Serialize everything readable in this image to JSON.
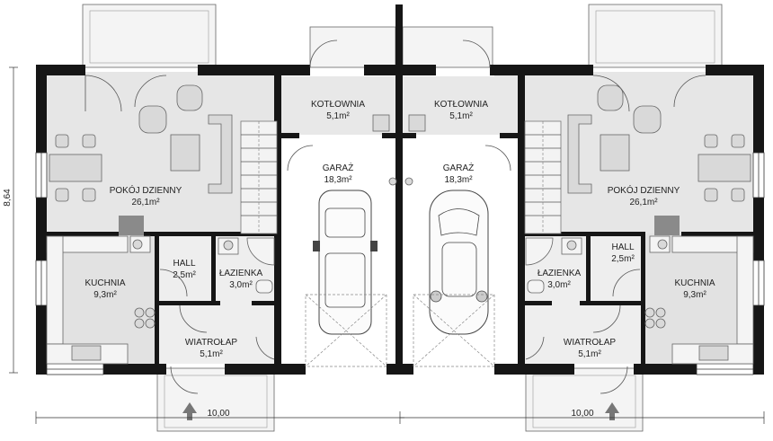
{
  "rooms": {
    "pokoj_left": {
      "name": "POKÓJ DZIENNY",
      "area": "26,1m²"
    },
    "pokoj_right": {
      "name": "POKÓJ DZIENNY",
      "area": "26,1m²"
    },
    "kotlownia_left": {
      "name": "KOTŁOWNIA",
      "area": "5,1m²"
    },
    "kotlownia_right": {
      "name": "KOTŁOWNIA",
      "area": "5,1m²"
    },
    "garaz_left": {
      "name": "GARAŻ",
      "area": "18,3m²"
    },
    "garaz_right": {
      "name": "GARAŻ",
      "area": "18,3m²"
    },
    "kuchnia_left": {
      "name": "KUCHNIA",
      "area": "9,3m²"
    },
    "kuchnia_right": {
      "name": "KUCHNIA",
      "area": "9,3m²"
    },
    "hall_left": {
      "name": "HALL",
      "area": "2,5m²"
    },
    "hall_right": {
      "name": "HALL",
      "area": "2,5m²"
    },
    "lazienka_left": {
      "name": "ŁAZIENKA",
      "area": "3,0m²"
    },
    "lazienka_right": {
      "name": "ŁAZIENKA",
      "area": "3,0m²"
    },
    "wiatrolap_left": {
      "name": "WIATROŁAP",
      "area": "5,1m²"
    },
    "wiatrolap_right": {
      "name": "WIATROŁAP",
      "area": "5,1m²"
    }
  },
  "dimensions": {
    "width_left": "10,00",
    "width_right": "10,00",
    "height": "8,64"
  }
}
